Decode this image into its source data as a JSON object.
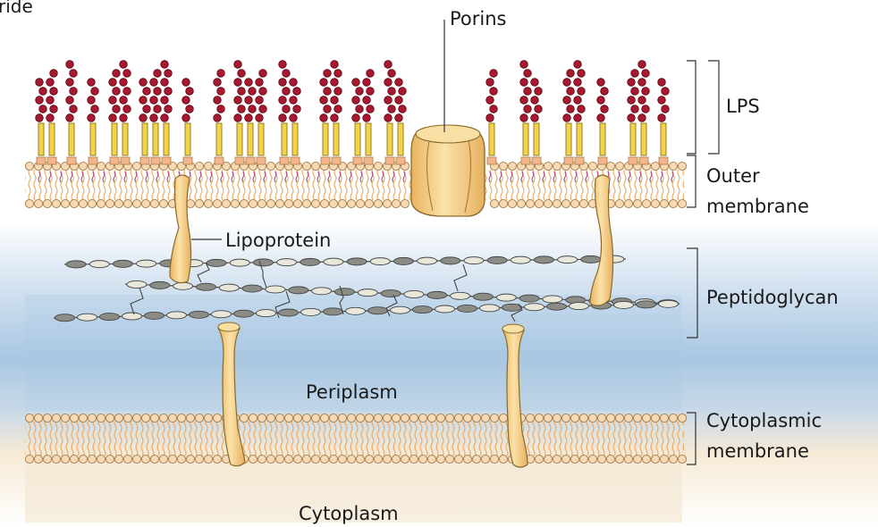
{
  "labels": {
    "corner_fragment": "ride",
    "porins": "Porins",
    "lps": "LPS",
    "outer_membrane_1": "Outer",
    "outer_membrane_2": "membrane",
    "lipoprotein": "Lipoprotein",
    "peptidoglycan": "Peptidoglycan",
    "periplasm": "Periplasm",
    "cytoplasmic_membrane_1": "Cytoplasmic",
    "cytoplasmic_membrane_2": "membrane",
    "cytoplasm": "Cytoplasm"
  },
  "colors": {
    "sugar_red": "#a8182e",
    "lipid_yellow": "#f2d34a",
    "membrane_head": "#f7d9b5",
    "membrane_tail": "#e8a65e",
    "protein_fill": "#f5cf86",
    "peptidoglycan_dark": "#8c8c86",
    "peptidoglycan_light": "#e9e6da",
    "periplasm_blue": "#a9c7e2",
    "cytoplasm_tan": "#f3e8d4"
  }
}
